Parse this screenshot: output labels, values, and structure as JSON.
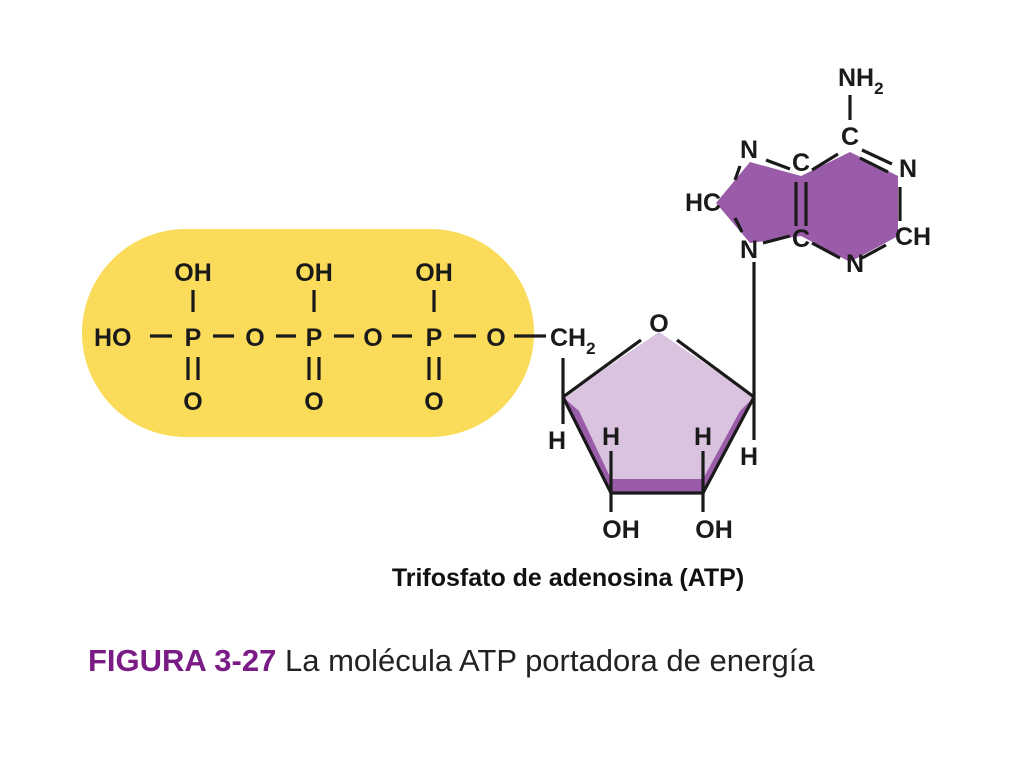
{
  "atoms": {
    "ho": "HO",
    "oh": "OH",
    "p": "P",
    "o": "O",
    "h": "H",
    "ch": "CH",
    "n": "N",
    "c": "C",
    "hc": "HC",
    "nh": "NH",
    "sub2": "2"
  },
  "compound_name": "Trifosfato de adenosina (ATP)",
  "caption": {
    "figure_label": "FIGURA 3-27",
    "text": "La molécula ATP portadora de energía"
  },
  "colors": {
    "phosphate_highlight": "#fadb5a",
    "ribose_fill": "#d9c3df",
    "ribose_edge": "#9a5ba8",
    "adenine_fill": "#9a5ba8",
    "figure_label": "#7b1c86"
  }
}
